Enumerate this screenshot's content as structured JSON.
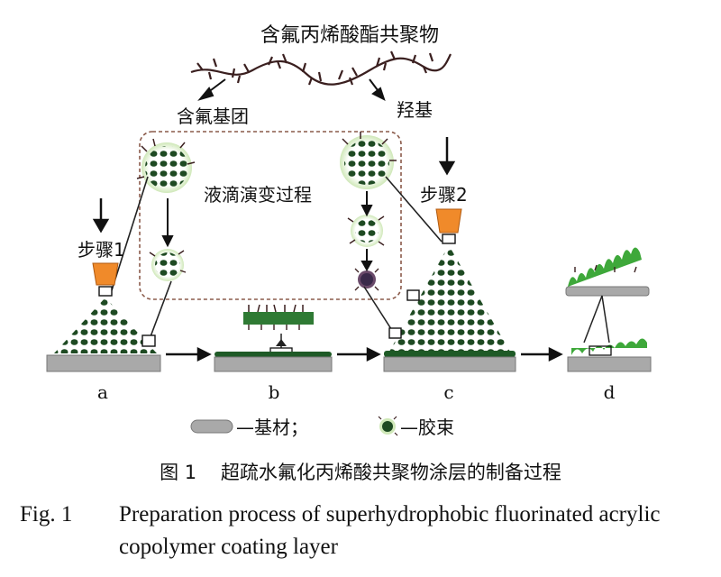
{
  "diagram": {
    "title_top": "含氟丙烯酸酯共聚物",
    "label_fluoro": "含氟基团",
    "label_hydroxyl": "羟基",
    "label_process": "液滴演变过程",
    "step1": "步骤1",
    "step2": "步骤2",
    "panel_a": "a",
    "panel_b": "b",
    "panel_c": "c",
    "panel_d": "d",
    "legend_substrate": "—基材；",
    "legend_micelle": "—胶束",
    "colors": {
      "dark_green": "#1e5a26",
      "mid_green": "#3a8a3e",
      "bright_green": "#3ea83a",
      "nozzle": "#f08a2a",
      "substrate": "#a9a9a9",
      "dashed_box": "#8a5a4a",
      "chain": "#3a1f1f"
    }
  },
  "caption": {
    "cn_num": "图 1",
    "cn_text": "超疏水氟化丙烯酸共聚物涂层的制备过程",
    "en_num": "Fig. 1",
    "en_line1": "Preparation process of superhydrophobic fluorinated acrylic",
    "en_line2": "copolymer coating layer"
  }
}
